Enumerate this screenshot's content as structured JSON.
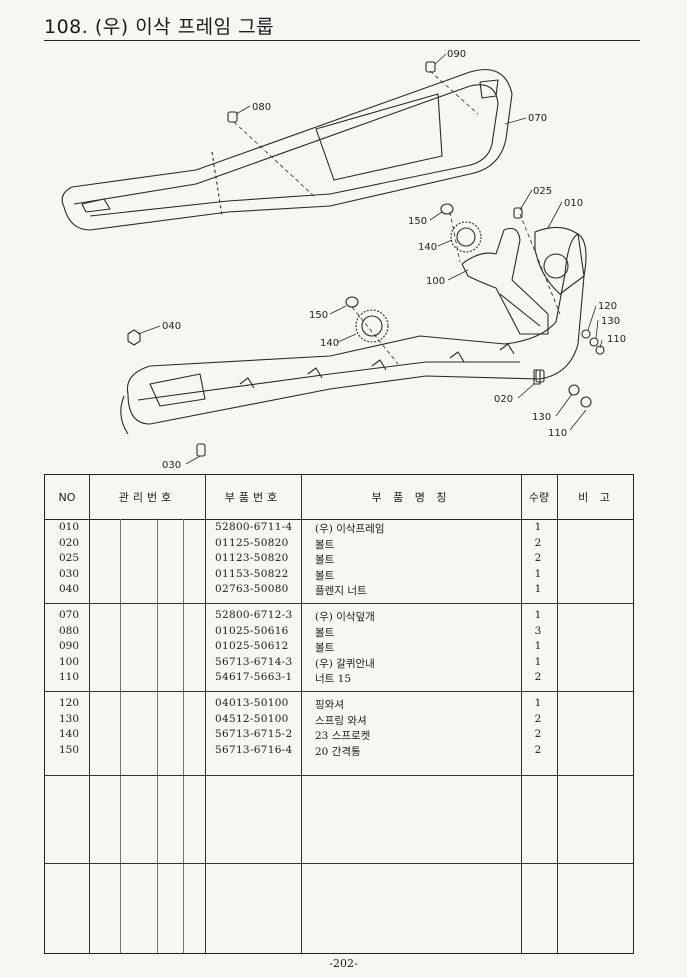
{
  "page": {
    "title": "108. (우) 이삭 프레임 그룹",
    "page_number": "-202-"
  },
  "diagram": {
    "labels": {
      "l090": "090",
      "l080": "080",
      "l070": "070",
      "l025": "025",
      "l010": "010",
      "l150a": "150",
      "l140a": "140",
      "l100": "100",
      "l040": "040",
      "l150b": "150",
      "l140b": "140",
      "l120": "120",
      "l130a": "130",
      "l110a": "110",
      "l020": "020",
      "l130b": "130",
      "l110b": "110",
      "l030": "030"
    }
  },
  "table": {
    "headers": {
      "no": "NO",
      "mgmt": "관리번호",
      "part_no": "부품번호",
      "name": "부 품 명 칭",
      "qty": "수량",
      "note": "비 고"
    },
    "rows": [
      {
        "no": "010",
        "part_no": "52800-6711-4",
        "name": "(우) 이삭프레임",
        "qty": "1"
      },
      {
        "no": "020",
        "part_no": "01125-50820",
        "name": "볼트",
        "qty": "2"
      },
      {
        "no": "025",
        "part_no": "01123-50820",
        "name": "볼트",
        "qty": "2"
      },
      {
        "no": "030",
        "part_no": "01153-50822",
        "name": "볼트",
        "qty": "1"
      },
      {
        "no": "040",
        "part_no": "02763-50080",
        "name": "플렌지 너트",
        "qty": "1"
      },
      {
        "no": "070",
        "part_no": "52800-6712-3",
        "name": "(우) 이삭덮개",
        "qty": "1"
      },
      {
        "no": "080",
        "part_no": "01025-50616",
        "name": "볼트",
        "qty": "3"
      },
      {
        "no": "090",
        "part_no": "01025-50612",
        "name": "볼트",
        "qty": "1"
      },
      {
        "no": "100",
        "part_no": "56713-6714-3",
        "name": "(우) 갈퀴안내",
        "qty": "1"
      },
      {
        "no": "110",
        "part_no": "54617-5663-1",
        "name": "너트 15",
        "qty": "2"
      },
      {
        "no": "120",
        "part_no": "04013-50100",
        "name": "핑와셔",
        "qty": "1"
      },
      {
        "no": "130",
        "part_no": "04512-50100",
        "name": "스프링 와셔",
        "qty": "2"
      },
      {
        "no": "140",
        "part_no": "56713-6715-2",
        "name": "23 스프로켓",
        "qty": "2"
      },
      {
        "no": "150",
        "part_no": "56713-6716-4",
        "name": "20 간격통",
        "qty": "2"
      }
    ]
  }
}
